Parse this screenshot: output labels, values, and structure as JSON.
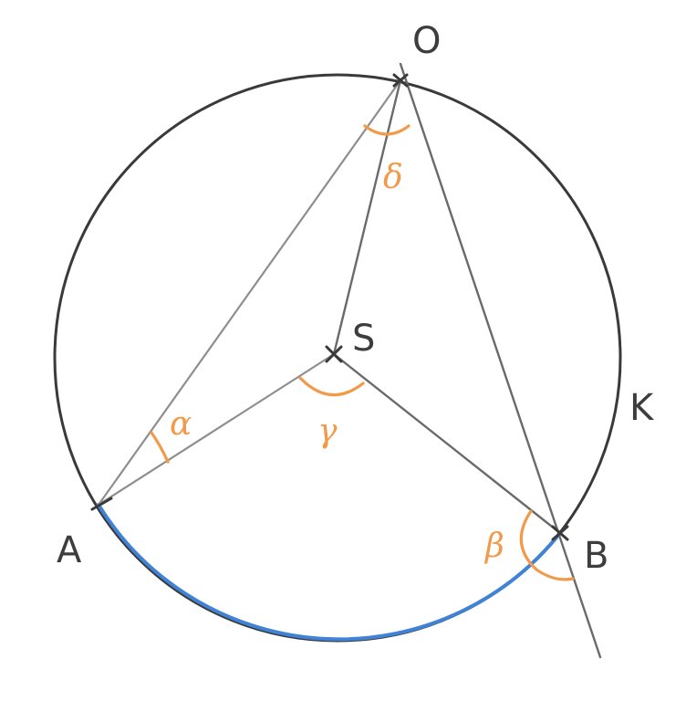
{
  "points": {
    "O": "O",
    "S": "S",
    "A": "A",
    "B": "B",
    "K": "K"
  },
  "angles": {
    "alpha": "α",
    "beta": "β",
    "gamma": "γ",
    "delta": "δ"
  },
  "colors": {
    "circle": "#3a3a3a",
    "lines": "#6a6a6a",
    "angle_marks": "#f39a4a",
    "highlighted_arc": "#3f82d6"
  }
}
